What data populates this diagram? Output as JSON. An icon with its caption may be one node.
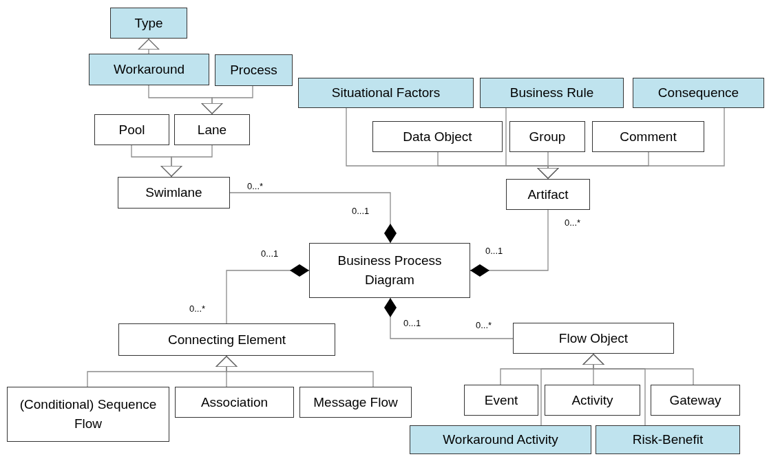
{
  "diagram": {
    "nodes": [
      {
        "text": [
          "Type"
        ]
      },
      {
        "text": [
          "Workaround"
        ]
      },
      {
        "text": [
          "Process"
        ]
      },
      {
        "text": [
          "Situational Factors"
        ]
      },
      {
        "text": [
          "Business Rule"
        ]
      },
      {
        "text": [
          "Consequence"
        ]
      },
      {
        "text": [
          "Pool"
        ]
      },
      {
        "text": [
          "Lane"
        ]
      },
      {
        "text": [
          "Data Object"
        ]
      },
      {
        "text": [
          "Group"
        ]
      },
      {
        "text": [
          "Comment"
        ]
      },
      {
        "text": [
          "Swimlane"
        ]
      },
      {
        "text": [
          "Artifact"
        ]
      },
      {
        "text": [
          "Business Process Diagram"
        ]
      },
      {
        "text": [
          "Connecting Element"
        ]
      },
      {
        "text": [
          "Flow Object"
        ]
      },
      {
        "text": [
          "(Conditional) Sequence Flow"
        ]
      },
      {
        "text": [
          "Association"
        ]
      },
      {
        "text": [
          "Message Flow"
        ]
      },
      {
        "text": [
          "Event"
        ]
      },
      {
        "text": [
          "Activity"
        ]
      },
      {
        "text": [
          "Gateway"
        ]
      },
      {
        "text": [
          "Workaround Activity"
        ]
      },
      {
        "text": [
          "Risk-Benefit"
        ]
      }
    ],
    "edges": [
      {
        "from": 1,
        "to": 0,
        "arrow": "to"
      },
      {
        "from": 1,
        "to": 7,
        "arrow": "to"
      },
      {
        "from": 2,
        "to": 7,
        "arrow": "to"
      },
      {
        "from": 6,
        "to": 11,
        "arrow": "to"
      },
      {
        "from": 7,
        "to": 11,
        "arrow": "to"
      },
      {
        "from": 3,
        "to": 12,
        "arrow": "to"
      },
      {
        "from": 4,
        "to": 12,
        "arrow": "to"
      },
      {
        "from": 5,
        "to": 12,
        "arrow": "to"
      },
      {
        "from": 8,
        "to": 12,
        "arrow": "to"
      },
      {
        "from": 9,
        "to": 12,
        "arrow": "to"
      },
      {
        "from": 10,
        "to": 12,
        "arrow": "to"
      },
      {
        "from": 13,
        "to": 11,
        "arrow": "other"
      },
      {
        "from": 13,
        "to": 12,
        "arrow": "other"
      },
      {
        "from": 13,
        "to": 14,
        "arrow": "other"
      },
      {
        "from": 13,
        "to": 15,
        "arrow": "other"
      },
      {
        "from": 16,
        "to": 14,
        "arrow": "to"
      },
      {
        "from": 17,
        "to": 14,
        "arrow": "to"
      },
      {
        "from": 18,
        "to": 14,
        "arrow": "to"
      },
      {
        "from": 19,
        "to": 15,
        "arrow": "to"
      },
      {
        "from": 20,
        "to": 15,
        "arrow": "to"
      },
      {
        "from": 21,
        "to": 15,
        "arrow": "to"
      },
      {
        "from": 22,
        "to": 15,
        "arrow": "to"
      },
      {
        "from": 23,
        "to": 15,
        "arrow": "to"
      }
    ],
    "labels": [
      "0...*",
      "0...1",
      "0...*",
      "0...1",
      "0...1",
      "0...*",
      "0...1",
      "0...*"
    ]
  }
}
